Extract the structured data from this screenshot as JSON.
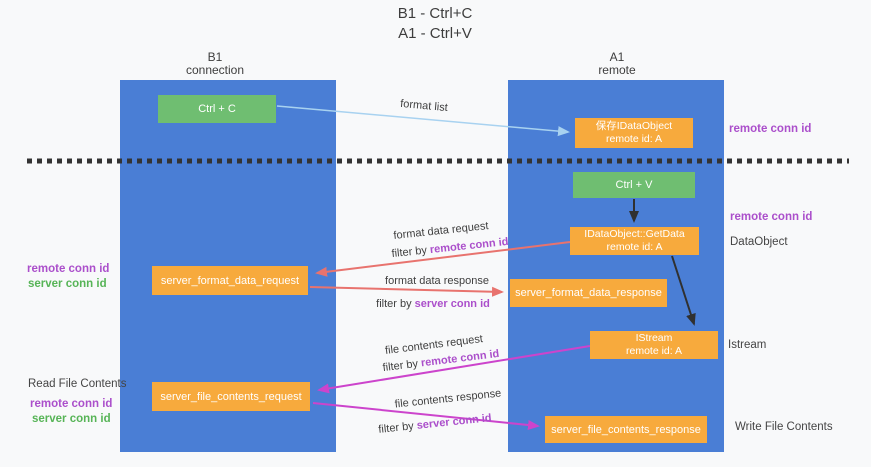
{
  "title": {
    "line1": "B1 - Ctrl+C",
    "line2": "A1 - Ctrl+V"
  },
  "lanes": {
    "left": {
      "name": "B1",
      "role": "connection"
    },
    "right": {
      "name": "A1",
      "role": "remote"
    }
  },
  "nodes": {
    "ctrl_c": {
      "label": "Ctrl + C"
    },
    "ctrl_v": {
      "label": "Ctrl + V"
    },
    "save_idataobject": {
      "line1": "保存IDataObject",
      "line2": "remote id: A"
    },
    "getdata": {
      "line1": "IDataObject::GetData",
      "line2": "remote id: A"
    },
    "istream": {
      "line1": "IStream",
      "line2": "remote id: A"
    },
    "format_request": {
      "label": "server_format_data_request"
    },
    "format_response": {
      "label": "server_format_data_response"
    },
    "file_request": {
      "label": "server_file_contents_request"
    },
    "file_response": {
      "label": "server_file_contents_response"
    }
  },
  "left_labels": {
    "remote_conn_id_upper": "remote conn id",
    "server_conn_id_upper": "server conn id",
    "read_file_contents": "Read File Contents",
    "remote_conn_id_lower": "remote conn id",
    "server_conn_id_lower": "server conn id"
  },
  "right_labels": {
    "remote_conn_id_top": "remote conn id",
    "remote_conn_id_mid": "remote conn id",
    "dataobject": "DataObject",
    "istream": "Istream",
    "write_file_contents": "Write File Contents"
  },
  "edge_labels": {
    "format_list": "format list",
    "format_data_request": "format data request",
    "filter_by_remote_1": {
      "prefix": "filter by ",
      "id": "remote conn id"
    },
    "format_data_response": "format data response",
    "filter_by_server_1": {
      "prefix": "filter by ",
      "id": "server conn id"
    },
    "file_contents_request": "file contents request",
    "filter_by_remote_2": {
      "prefix": "filter by ",
      "id": "remote conn id"
    },
    "file_contents_response": "file contents response",
    "filter_by_server_2": {
      "prefix": "filter by ",
      "id": "server conn id"
    }
  },
  "colors": {
    "lane": "#4a7ed5",
    "green_box": "#6fbe71",
    "orange_box": "#f7aa3d",
    "purple_label": "#ab4fcb",
    "green_label": "#57b457",
    "salmon_arrow": "#e8736e",
    "magenta_arrow": "#cc44cc",
    "blue_arrow": "#a8d2f0",
    "black_arrow": "#303030"
  }
}
